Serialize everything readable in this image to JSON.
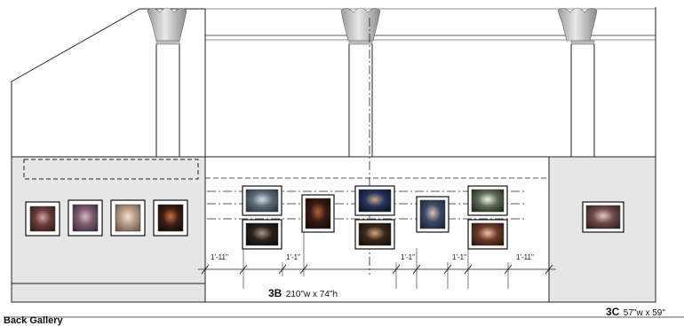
{
  "drawing": {
    "title": "Back Gallery",
    "walls": [
      {
        "code": "3B",
        "dims": "210\"w x 74\"h"
      },
      {
        "code": "3C",
        "dims": "57\"w x 59\""
      }
    ],
    "spacing_labels": [
      "1'-11\"",
      "1'-1\"",
      "1'-1\"",
      "1'-1\"",
      "1'-11\""
    ]
  },
  "colors": {
    "line": "#222222",
    "wall_fill": "#e6e6e6",
    "column": "#d7d7d7"
  },
  "artworks": {
    "left_wall": [
      {
        "name": "photo-figures-red",
        "tones": [
          "#6b3a3a",
          "#caa8a0",
          "#2c1d1d"
        ]
      },
      {
        "name": "photo-crowd",
        "tones": [
          "#7d5c6b",
          "#d8b9c1",
          "#38283a"
        ]
      },
      {
        "name": "photo-pale-figure",
        "tones": [
          "#b39a86",
          "#efe1d3",
          "#6a5443"
        ]
      },
      {
        "name": "photo-dark-fire",
        "tones": [
          "#3b1d14",
          "#d0703a",
          "#120a08"
        ]
      }
    ],
    "center_wall": [
      {
        "name": "photo-two-figures",
        "tones": [
          "#5a6a78",
          "#d4dde6",
          "#2a3038"
        ]
      },
      {
        "name": "photo-dark-scene",
        "tones": [
          "#2a221c",
          "#a89585",
          "#0e0b09"
        ]
      },
      {
        "name": "photo-red-figure",
        "tones": [
          "#3a1a14",
          "#b0623a",
          "#120806"
        ]
      },
      {
        "name": "photo-blue-hands",
        "tones": [
          "#24325a",
          "#c7a58a",
          "#0b1020"
        ]
      },
      {
        "name": "photo-embrace",
        "tones": [
          "#3a2818",
          "#d3a67a",
          "#150d06"
        ]
      },
      {
        "name": "photo-group-blue",
        "tones": [
          "#3b4a66",
          "#d8c3b0",
          "#1c2233"
        ]
      },
      {
        "name": "photo-white-figures",
        "tones": [
          "#5d6a54",
          "#eef2ee",
          "#1e241b"
        ]
      },
      {
        "name": "photo-reclining",
        "tones": [
          "#6a3a2a",
          "#efc3a4",
          "#2a140c"
        ]
      }
    ],
    "right_wall": [
      {
        "name": "photo-hands-portrait",
        "tones": [
          "#6e4a4a",
          "#e4c7c4",
          "#2a1b1b"
        ]
      }
    ]
  }
}
